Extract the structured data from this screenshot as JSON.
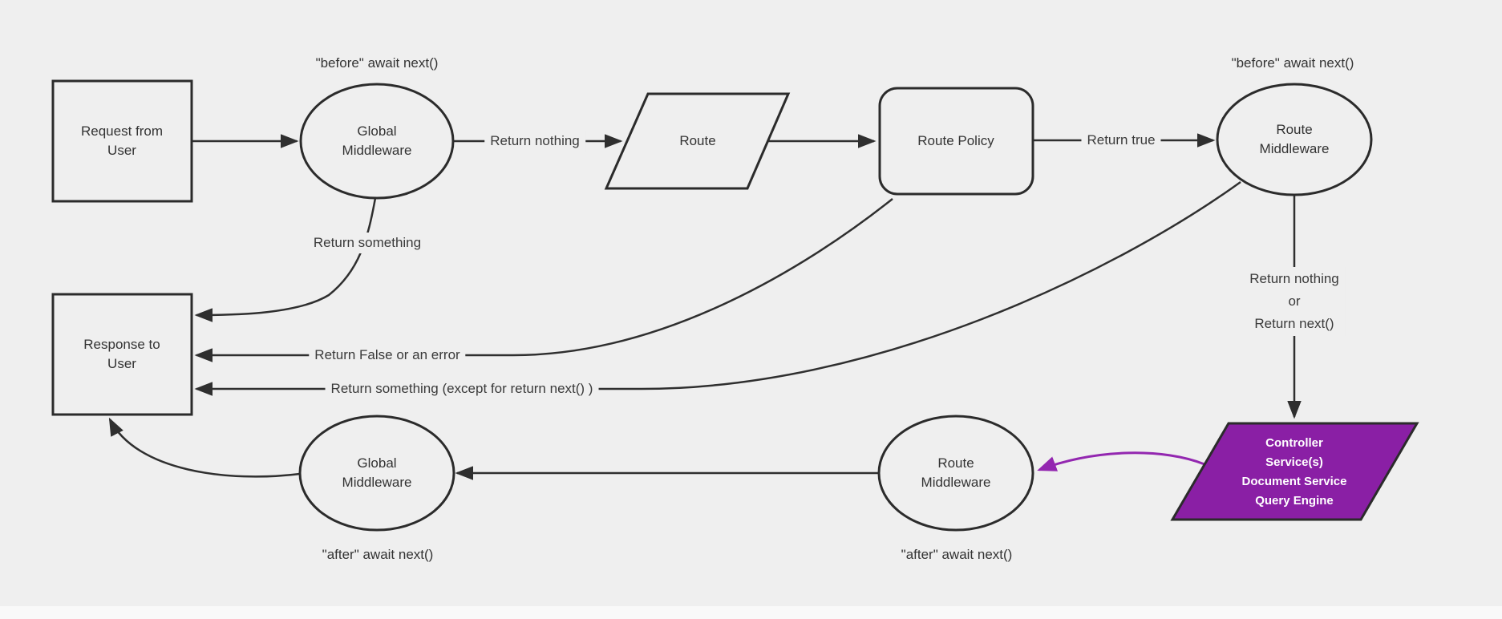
{
  "diagram": {
    "title": "request lifecycle middleware flowchart",
    "nodes": {
      "request": {
        "label": "Request from\nUser",
        "shape": "rectangle"
      },
      "global_middleware_top": {
        "label": "Global\nMiddleware",
        "shape": "ellipse"
      },
      "route": {
        "label": "Route",
        "shape": "parallelogram"
      },
      "route_policy": {
        "label": "Route Policy",
        "shape": "rounded-rectangle"
      },
      "route_middleware_top": {
        "label": "Route\nMiddleware",
        "shape": "ellipse"
      },
      "controller": {
        "label": "Controller\nService(s)\nDocument Service\nQuery Engine",
        "shape": "parallelogram"
      },
      "route_middleware_bottom": {
        "label": "Route\nMiddleware",
        "shape": "ellipse"
      },
      "global_middleware_bottom": {
        "label": "Global\nMiddleware",
        "shape": "ellipse"
      },
      "response": {
        "label": "Response to\nUser",
        "shape": "rectangle"
      }
    },
    "edge_labels": {
      "before_await_left": "\"before\" await next()",
      "before_await_right": "\"before\" await next()",
      "return_nothing": "Return nothing",
      "return_true": "Return true",
      "return_something": "Return something",
      "return_nothing_or_next": "Return nothing\nor\nReturn next()",
      "return_false": "Return False or an error",
      "return_something_except": "Return something (except for return next() )",
      "after_await_left": "\"after\" await next()",
      "after_await_right": "\"after\" await next()"
    },
    "colors": {
      "background": "#efefef",
      "edge": "#2f2f2f",
      "node_stroke": "#2b2b2b",
      "node_fill": "#efefef",
      "text": "#333333",
      "purple_fill": "#8a1fa5",
      "purple_stroke": "#9327b0",
      "purple_text": "#ffffff"
    }
  }
}
